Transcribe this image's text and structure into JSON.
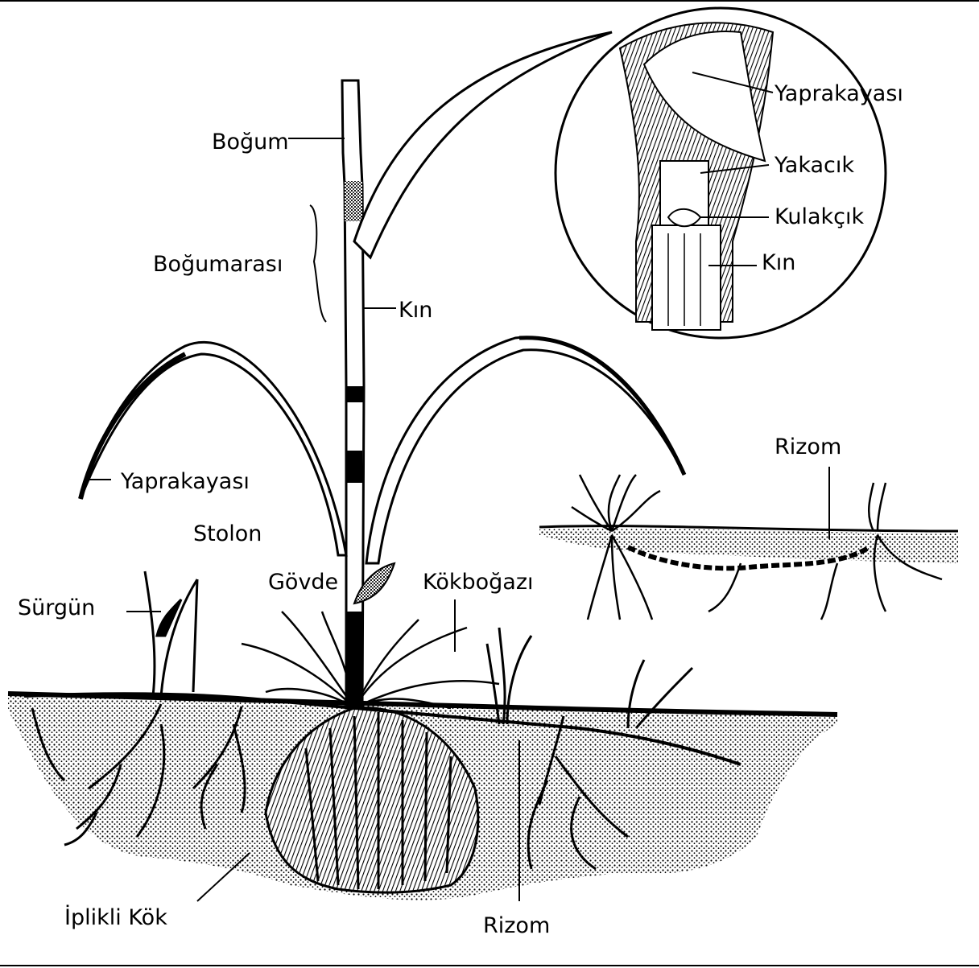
{
  "figure": {
    "labels": {
      "bogum": "Boğum",
      "bogumarasi": "Boğumarası",
      "kin_main": "Kın",
      "yaprakayasi_main": "Yaprakayası",
      "stolon": "Stolon",
      "surgun": "Sürgün",
      "govde": "Gövde",
      "kokbogazi": "Kökboğazı",
      "iplikli_kok": "İplikli Kök",
      "rizom_bottom": "Rizom",
      "rizom_right": "Rizom",
      "inset_yaprakayasi": "Yaprakayası",
      "inset_yakacik": "Yakacık",
      "inset_kulakcik": "Kulakçık",
      "inset_kin": "Kın"
    }
  }
}
